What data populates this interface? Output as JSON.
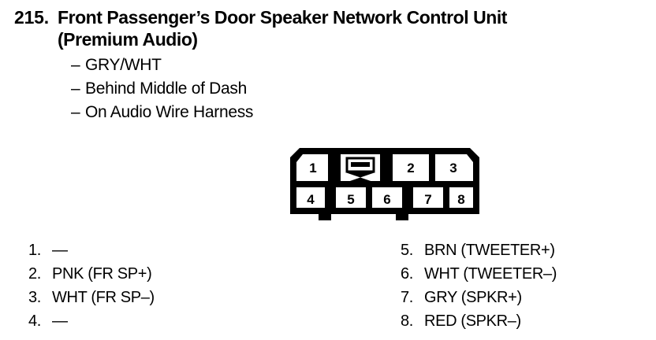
{
  "entry": {
    "number": "215.",
    "title_line1": "Front Passenger’s Door Speaker Network Control Unit",
    "title_line2": "(Premium Audio)"
  },
  "notes": {
    "dash": "–",
    "items": [
      {
        "text": "GRY/WHT"
      },
      {
        "text": "Behind Middle of Dash"
      },
      {
        "text": "On Audio Wire Harness"
      }
    ]
  },
  "connector": {
    "top_row_pins": [
      "1",
      "2",
      "3"
    ],
    "bottom_row_pins": [
      "4",
      "5",
      "6",
      "7",
      "8"
    ],
    "latch_label": "latch",
    "outline_color": "#000000",
    "fill_color": "#ffffff"
  },
  "legend": {
    "left_column": [
      {
        "index": "1.",
        "desc": "—"
      },
      {
        "index": "2.",
        "desc": "PNK (FR SP+)"
      },
      {
        "index": "3.",
        "desc": "WHT (FR SP–)"
      },
      {
        "index": "4.",
        "desc": "—"
      }
    ],
    "right_column": [
      {
        "index": "5.",
        "desc": "BRN (TWEETER+)"
      },
      {
        "index": "6.",
        "desc": "WHT (TWEETER–)"
      },
      {
        "index": "7.",
        "desc": "GRY (SPKR+)"
      },
      {
        "index": "8.",
        "desc": "RED (SPKR–)"
      }
    ]
  }
}
